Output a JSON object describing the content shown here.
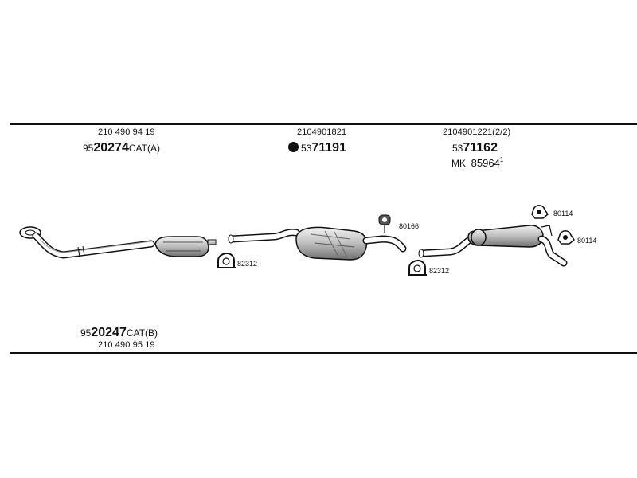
{
  "group_a": {
    "ref_code": "210 490 94 19",
    "part_prefix": "95",
    "part_main": "20274",
    "part_suffix": "CAT(A)"
  },
  "group_b": {
    "ref_code": "2104901821",
    "part_prefix": "53",
    "part_main": "71191"
  },
  "group_c": {
    "ref_code": "2104901221(2/2)",
    "part_prefix": "53",
    "part_main": "71162",
    "mk_label": "MK",
    "mk_value": "85964",
    "mk_sup": "1"
  },
  "group_d": {
    "part_prefix": "95",
    "part_main": "20247",
    "part_suffix": "CAT(B)",
    "ref_code": "210 490 95 19"
  },
  "callouts": {
    "clamp_left": "82312",
    "clamp_right": "82312",
    "hanger_mid": "80166",
    "hanger_top": "80114",
    "hanger_bottom": "80114"
  },
  "icons": [
    "exhaust-front-pipe-icon",
    "catalytic-converter-icon",
    "middle-silencer-icon",
    "rear-silencer-icon",
    "pipe-clamp-icon",
    "rubber-hanger-icon"
  ]
}
